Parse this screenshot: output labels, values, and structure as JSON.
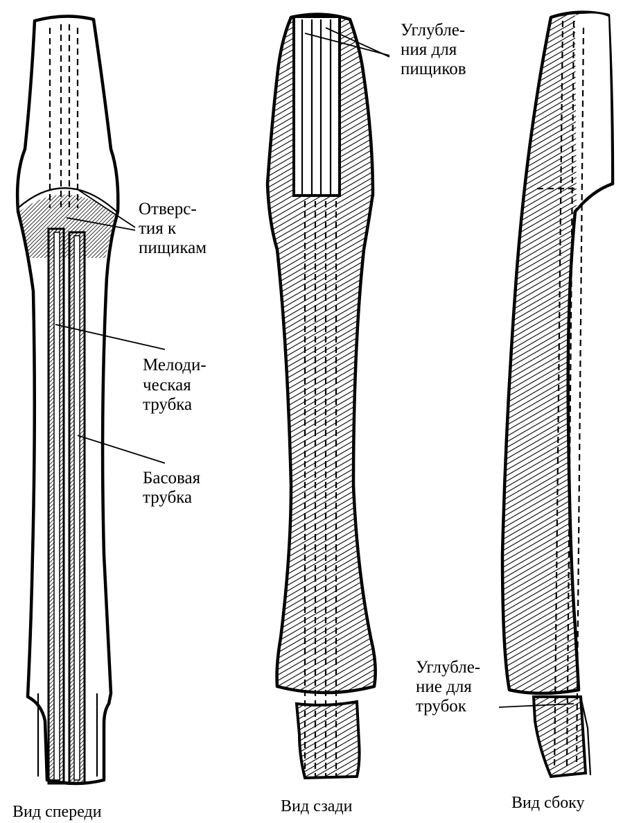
{
  "labels": {
    "holes": [
      "Отвер­с-",
      "тия к",
      "пищикам"
    ],
    "melody_tube": [
      "Мелоди-",
      "ческая",
      "трубка"
    ],
    "bass_tube": [
      "Басовая",
      "трубка"
    ],
    "reed_grooves": [
      "Углубле-",
      "ния для",
      "пищиков"
    ],
    "tube_groove": [
      "Углубле-",
      "ние для",
      "трубок"
    ]
  },
  "captions": {
    "front": "Вид спереди",
    "back": "Вид сзади",
    "side": "Вид сбоку"
  }
}
